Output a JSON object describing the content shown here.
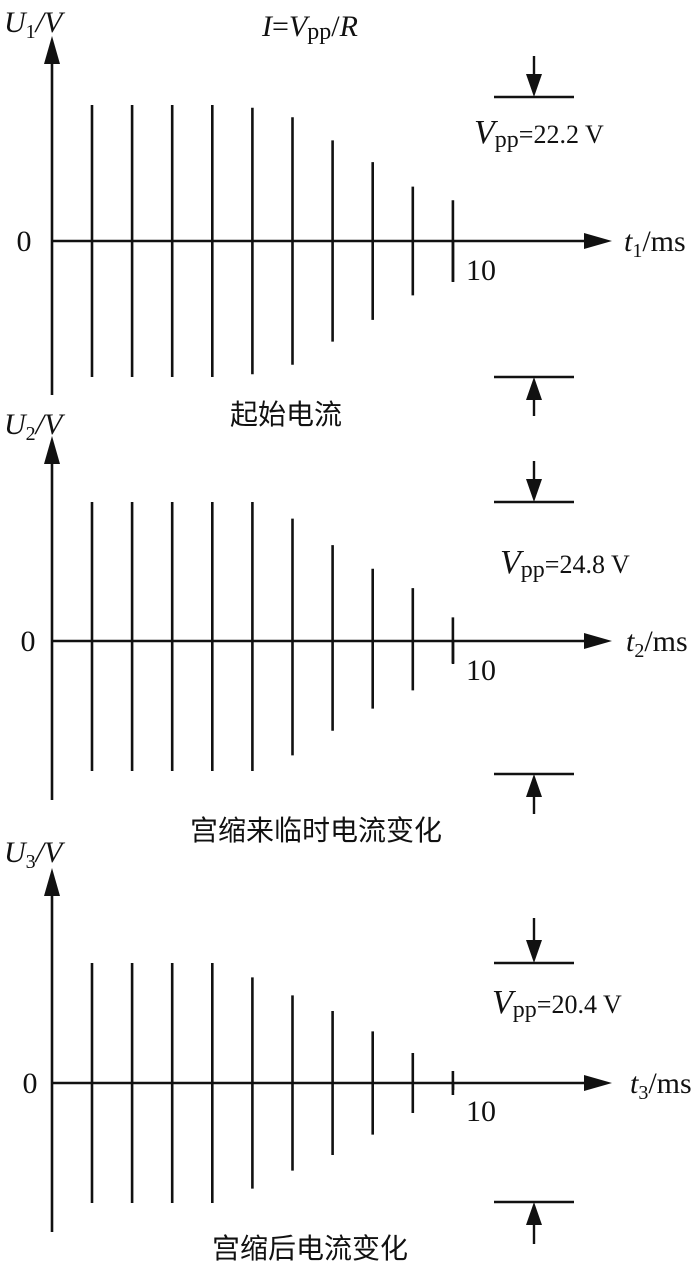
{
  "formula": {
    "lhs": "I",
    "eq": "=",
    "v": "V",
    "sub": "pp",
    "rest": "/",
    "r": "R"
  },
  "panels": [
    {
      "y_label": {
        "sym": "U",
        "sub": "1",
        "unit": "/V"
      },
      "x_label": {
        "sym": "t",
        "sub": "1",
        "unit": "/ms"
      },
      "zero_label": "0",
      "tick_label": "10",
      "vpp_label": {
        "sym": "V",
        "sub": "pp",
        "value": "=22.2 V"
      },
      "caption": "起始电流",
      "bar_amplitudes": [
        1.0,
        1.0,
        1.0,
        1.0,
        0.98,
        0.91,
        0.74,
        0.58,
        0.4,
        0.3
      ]
    },
    {
      "y_label": {
        "sym": "U",
        "sub": "2",
        "unit": "/V"
      },
      "x_label": {
        "sym": "t",
        "sub": "2",
        "unit": "/ms"
      },
      "zero_label": "0",
      "tick_label": "10",
      "vpp_label": {
        "sym": "V",
        "sub": "pp",
        "value": "=24.8 V"
      },
      "caption": "宫缩来临时电流变化",
      "bar_amplitudes": [
        1.0,
        1.0,
        1.0,
        1.0,
        1.0,
        0.88,
        0.69,
        0.52,
        0.38,
        0.17
      ]
    },
    {
      "y_label": {
        "sym": "U",
        "sub": "3",
        "unit": "/V"
      },
      "x_label": {
        "sym": "t",
        "sub": "3",
        "unit": "/ms"
      },
      "zero_label": "0",
      "tick_label": "10",
      "vpp_label": {
        "sym": "V",
        "sub": "pp",
        "value": "=20.4 V"
      },
      "caption": "宫缩后电流变化",
      "bar_amplitudes": [
        1.0,
        1.0,
        1.0,
        1.0,
        0.88,
        0.73,
        0.6,
        0.43,
        0.25,
        0.1
      ]
    }
  ]
}
